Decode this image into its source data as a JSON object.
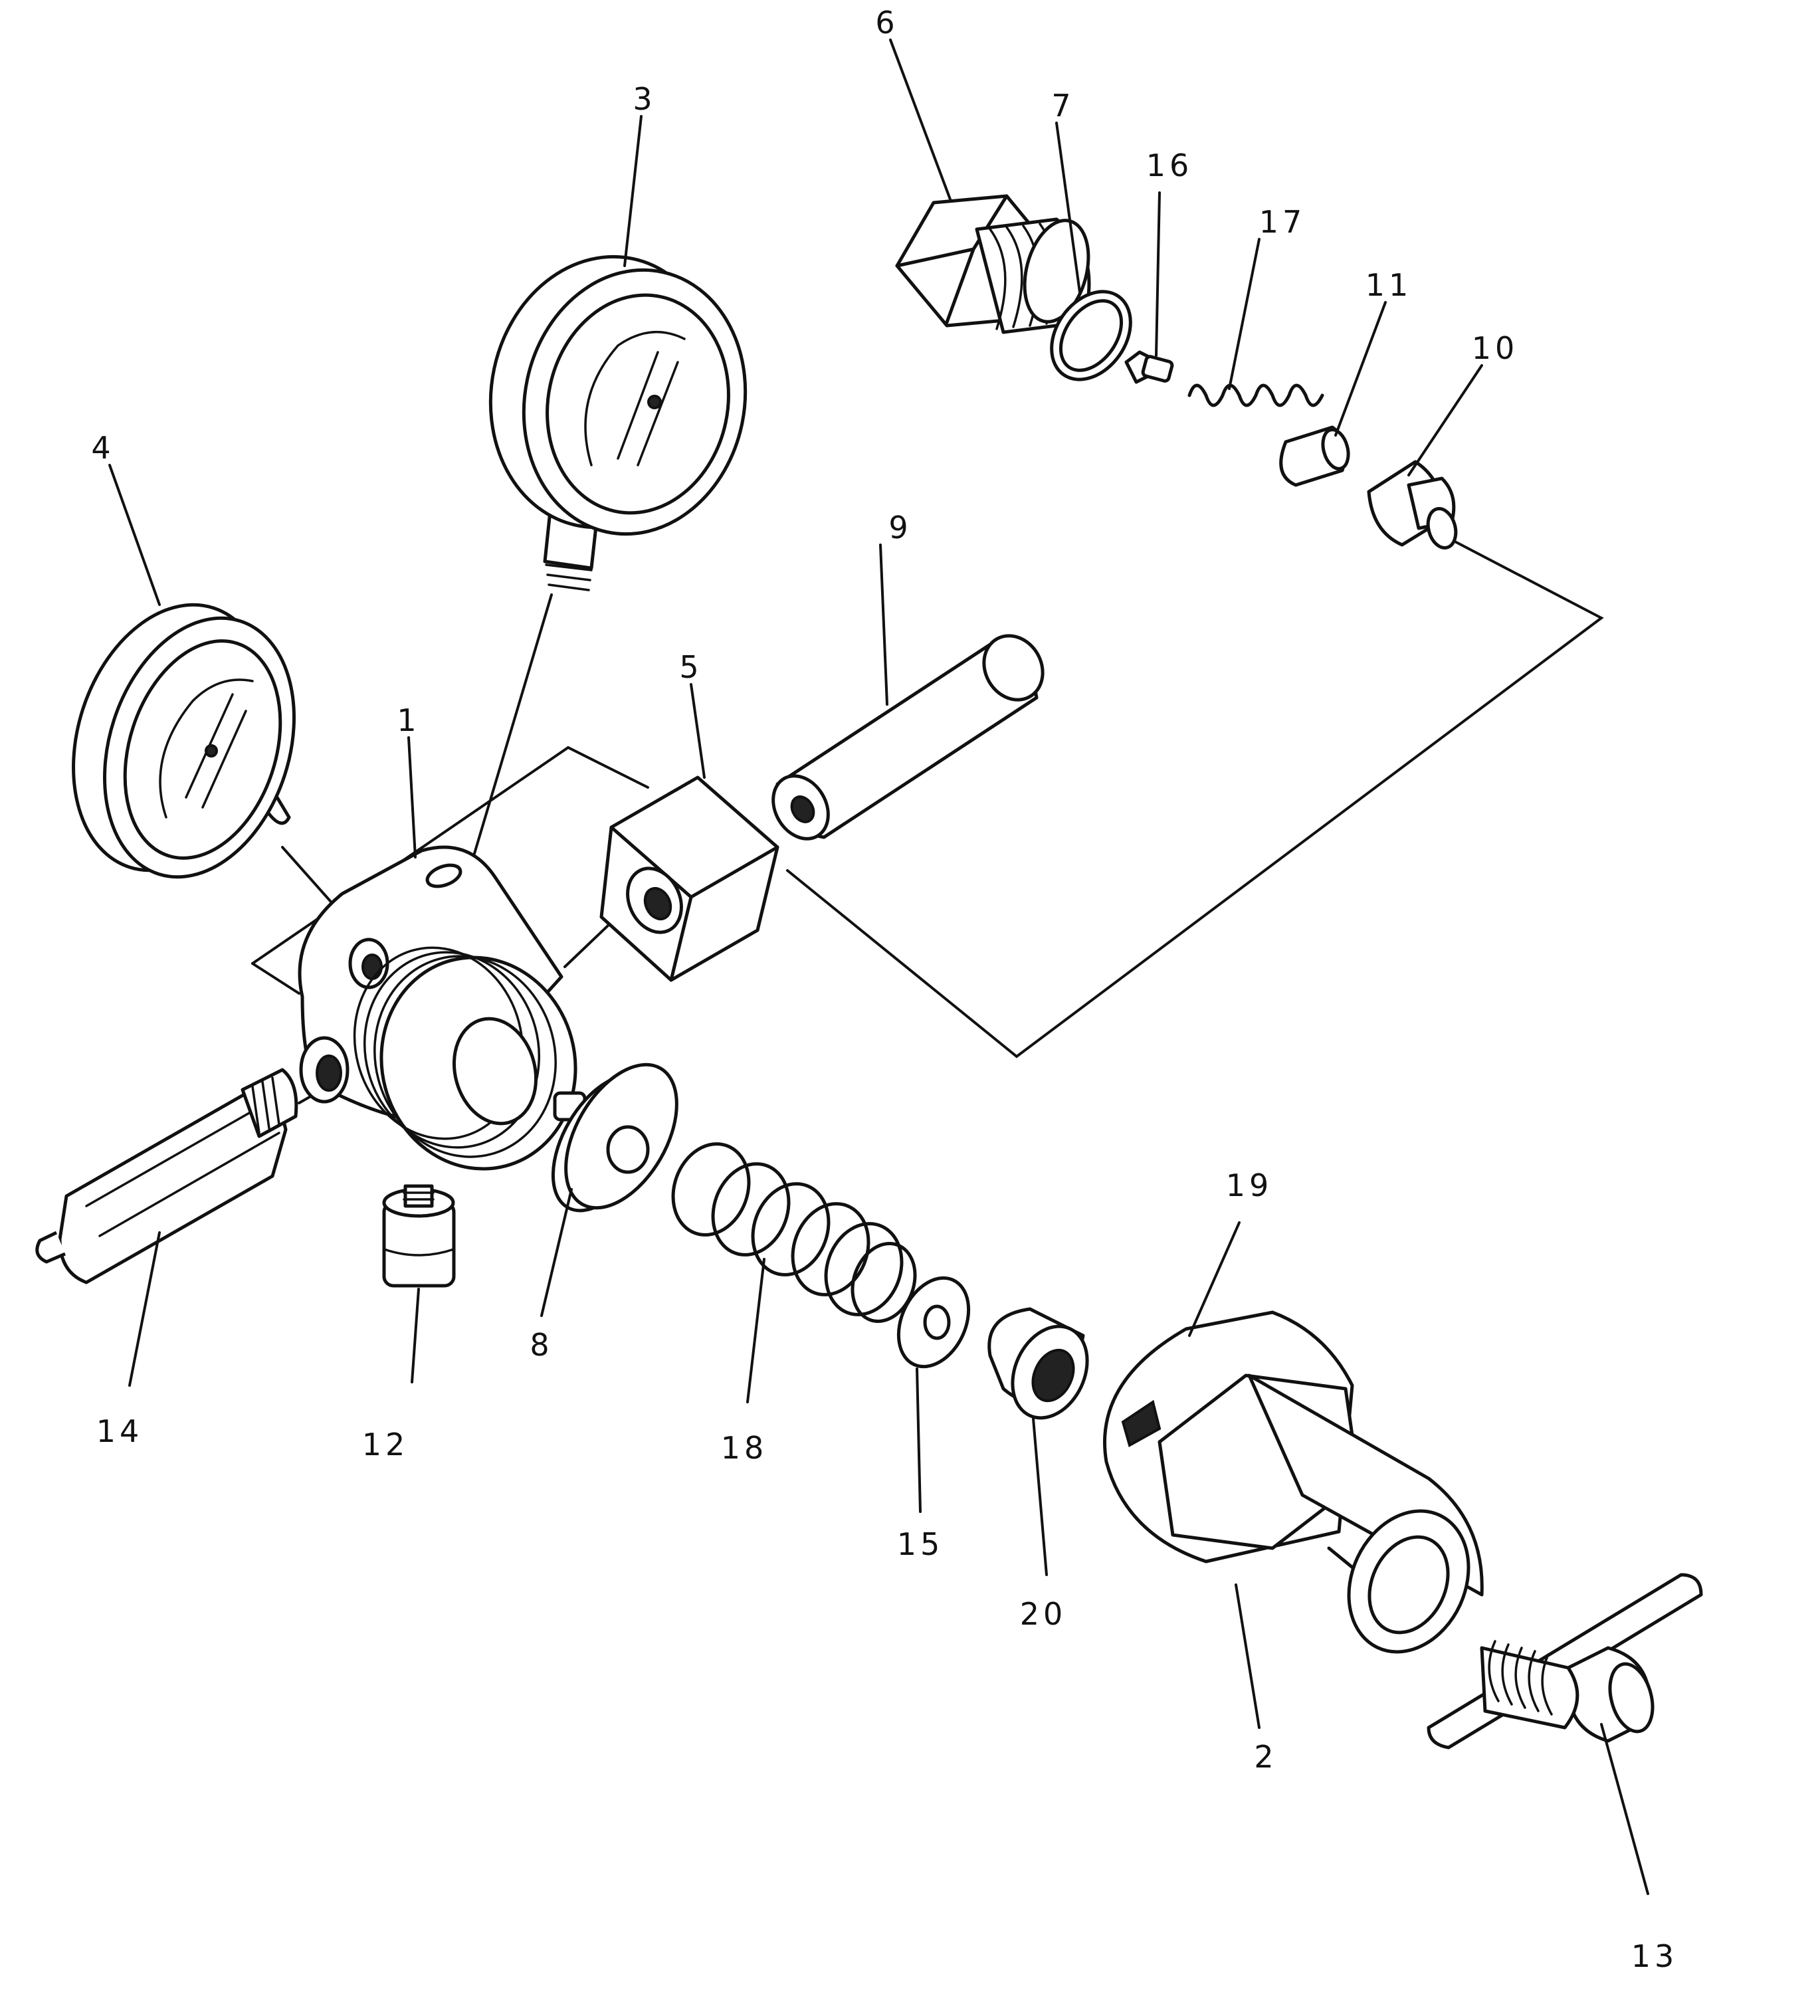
{
  "callouts": [
    {
      "id": "p1",
      "label": "1"
    },
    {
      "id": "p2",
      "label": "2"
    },
    {
      "id": "p3",
      "label": "3"
    },
    {
      "id": "p4",
      "label": "4"
    },
    {
      "id": "p5",
      "label": "5"
    },
    {
      "id": "p6",
      "label": "6"
    },
    {
      "id": "p7",
      "label": "7"
    },
    {
      "id": "p8",
      "label": "8"
    },
    {
      "id": "p9",
      "label": "9"
    },
    {
      "id": "p10",
      "label": "10"
    },
    {
      "id": "p11",
      "label": "11"
    },
    {
      "id": "p12",
      "label": "12"
    },
    {
      "id": "p13",
      "label": "13"
    },
    {
      "id": "p14",
      "label": "14"
    },
    {
      "id": "p15",
      "label": "15"
    },
    {
      "id": "p16",
      "label": "16"
    },
    {
      "id": "p17",
      "label": "17"
    },
    {
      "id": "p18",
      "label": "18"
    },
    {
      "id": "p19",
      "label": "19"
    },
    {
      "id": "p20",
      "label": "20"
    }
  ]
}
